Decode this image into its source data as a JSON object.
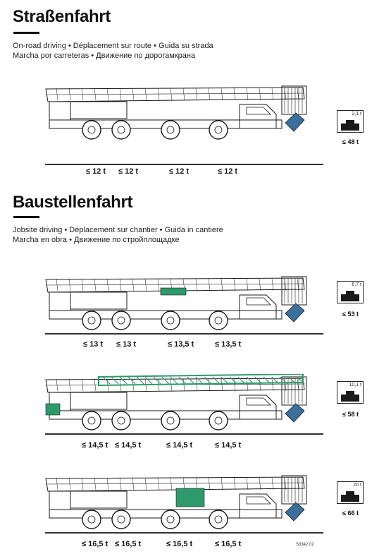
{
  "road": {
    "title": "Straßenfahrt",
    "line1": "On-road driving • Déplacement sur route • Guida su strada",
    "line2": "Marcha por carreteras • Движение по дорогамкрана",
    "config": {
      "counterweight": "2,1 t",
      "total": "≤ 48 t",
      "axles": [
        "≤ 12 t",
        "≤ 12 t",
        "≤ 12 t",
        "≤ 12 t"
      ],
      "green": "none"
    }
  },
  "site": {
    "title": "Baustellenfahrt",
    "line1": "Jobsite driving • Déplacement sur chantier • Guida in cantiere",
    "line2": "Marcha en obra • Движение по стройплощадке",
    "configs": [
      {
        "counterweight": "6,7 t",
        "total": "≤ 53 t",
        "axles": [
          "≤ 13 t",
          "≤ 13 t",
          "≤ 13,5 t",
          "≤ 13,5 t"
        ],
        "green": "small"
      },
      {
        "counterweight": "10,1 t",
        "total": "≤ 58 t",
        "axles": [
          "≤ 14,5 t",
          "≤ 14,5 t",
          "≤ 14,5 t",
          "≤ 14,5 t"
        ],
        "green": "jib"
      },
      {
        "counterweight": "20 t",
        "total": "≤ 66 t",
        "axles": [
          "≤ 16,5 t",
          "≤ 16,5 t",
          "≤ 16,5 t",
          "≤ 16,5 t"
        ],
        "green": "block"
      }
    ]
  },
  "drawing_code": "S3342.02",
  "colors": {
    "accent_green": "#2e9a6c",
    "hook_blue": "#3b6f9c"
  }
}
